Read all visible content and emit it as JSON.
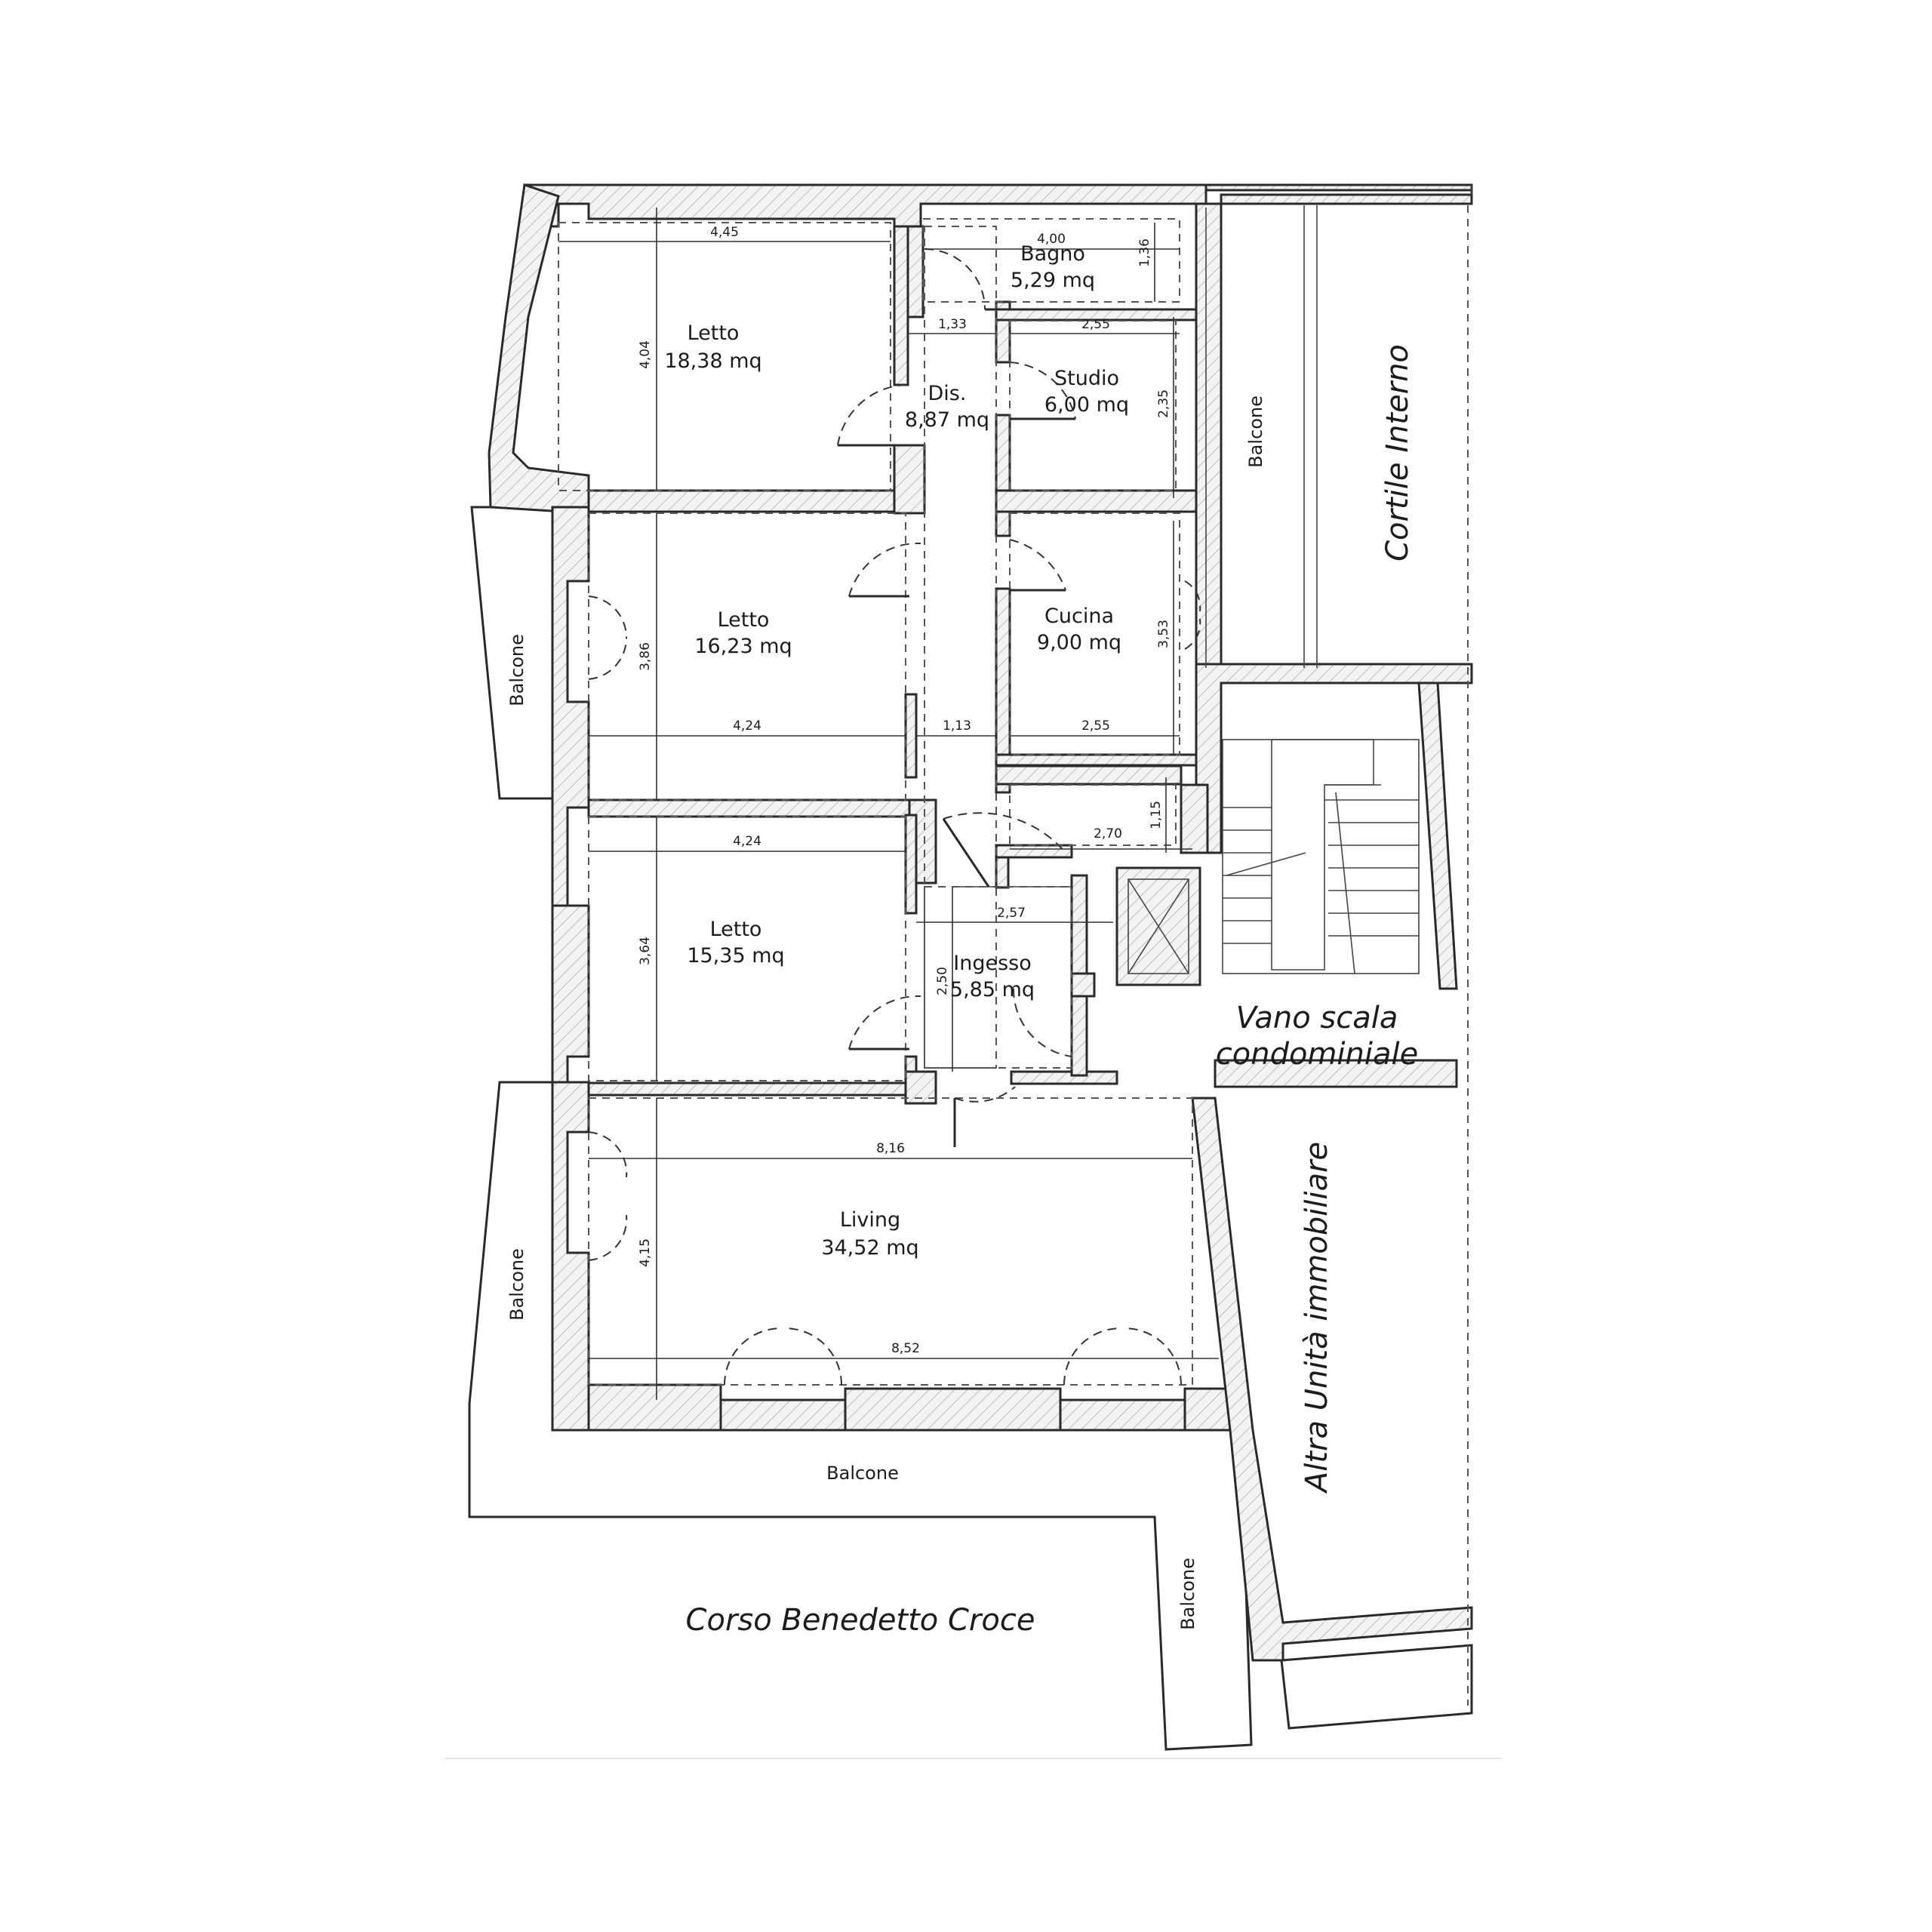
{
  "rooms": {
    "letto_1": {
      "name": "Letto",
      "area": "18,38 mq"
    },
    "letto_2": {
      "name": "Letto",
      "area": "16,23 mq"
    },
    "letto_3": {
      "name": "Letto",
      "area": "15,35 mq"
    },
    "bagno": {
      "name": "Bagno",
      "area": "5,29 mq"
    },
    "dis": {
      "name": "Dis.",
      "area": "8,87 mq"
    },
    "studio": {
      "name": "Studio",
      "area": "6,00 mq"
    },
    "cucina": {
      "name": "Cucina",
      "area": "9,00 mq"
    },
    "ingesso": {
      "name": "Ingesso",
      "area": "5,85 mq"
    },
    "living": {
      "name": "Living",
      "area": "34,52 mq"
    }
  },
  "dimensions": {
    "letto_1_w": "4,45",
    "letto_1_h": "4,04",
    "bagno_w": "4,00",
    "bagno_h": "1,36",
    "dis_w_top": "1,33",
    "studio_w": "2,55",
    "studio_h": "2,35",
    "letto_2_w": "4,24",
    "letto_2_h": "3,86",
    "corr_w": "1,13",
    "cucina_w": "2,55",
    "cucina_h": "3,53",
    "small_h": "1,15",
    "small_w": "2,70",
    "letto_3_w": "4,24",
    "letto_3_h": "3,64",
    "ingesso_w": "2,57",
    "ingesso_h": "2,50",
    "living_w_top": "8,16",
    "living_h": "4,15",
    "living_w_bottom": "8,52"
  },
  "labels": {
    "balcone": "Balcone",
    "cortile": "Cortile Interno",
    "vano_1": "Vano scala",
    "vano_2": "condominiale",
    "altra": "Altra Unità immobiliare",
    "corso": "Corso Benedetto Croce"
  }
}
